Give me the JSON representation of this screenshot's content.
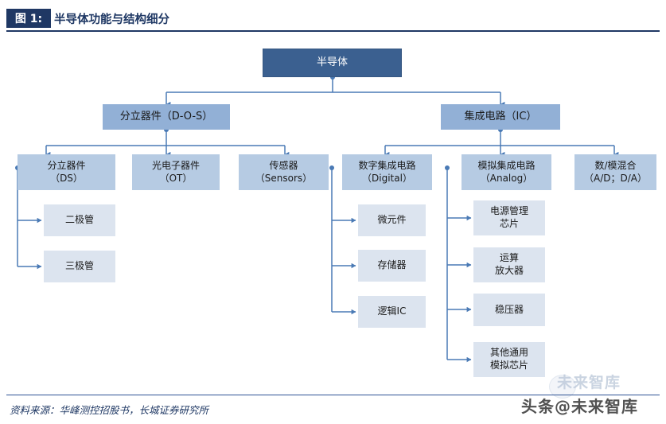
{
  "title": {
    "tag": "图 1:",
    "text": "半导体功能与结构细分"
  },
  "footer": {
    "source": "资料来源：华峰测控招股书，长城证券研究所"
  },
  "watermark": {
    "main": "头条@未来智库",
    "ghost": "未来智库"
  },
  "colors": {
    "title_navy": "#1f3864",
    "level1_fill": "#3b6090",
    "level2_fill": "#92b0d6",
    "level3_fill": "#b6cbe3",
    "leaf_fill": "#dce4ef",
    "connector": "#4a7ab5"
  },
  "diagram": {
    "type": "tree",
    "root": {
      "id": "semiconductor",
      "label": "半导体",
      "level": 1
    },
    "branches": [
      {
        "id": "discrete",
        "label": "分立器件（D-O-S）",
        "level": 2,
        "children": [
          {
            "id": "ds",
            "label_lines": [
              "分立器件",
              "（DS）"
            ],
            "level": 3,
            "children": [
              {
                "id": "diode",
                "label": "二极管",
                "level": 4
              },
              {
                "id": "triode",
                "label": "三极管",
                "level": 4
              }
            ]
          },
          {
            "id": "ot",
            "label_lines": [
              "光电子器件",
              "（OT）"
            ],
            "level": 3,
            "children": []
          },
          {
            "id": "sensors",
            "label_lines": [
              "传感器",
              "（Sensors）"
            ],
            "level": 3,
            "children": []
          }
        ]
      },
      {
        "id": "ic",
        "label": "集成电路（IC）",
        "level": 2,
        "children": [
          {
            "id": "digital",
            "label_lines": [
              "数字集成电路",
              "（Digital）"
            ],
            "level": 3,
            "children": [
              {
                "id": "micro-component",
                "label": "微元件",
                "level": 4
              },
              {
                "id": "memory",
                "label": "存储器",
                "level": 4
              },
              {
                "id": "logic-ic",
                "label": "逻辑IC",
                "level": 4
              }
            ]
          },
          {
            "id": "analog",
            "label_lines": [
              "模拟集成电路",
              "（Analog）"
            ],
            "level": 3,
            "children": [
              {
                "id": "power-management",
                "label_lines": [
                  "电源管理",
                  "芯片"
                ],
                "level": 4
              },
              {
                "id": "op-amp",
                "label_lines": [
                  "运算",
                  "放大器"
                ],
                "level": 4
              },
              {
                "id": "regulator",
                "label": "稳压器",
                "level": 4
              },
              {
                "id": "other-analog",
                "label_lines": [
                  "其他通用",
                  "模拟芯片"
                ],
                "level": 4
              }
            ]
          },
          {
            "id": "mixed-signal",
            "label_lines": [
              "数/模混合",
              "（A/D；D/A）"
            ],
            "level": 3,
            "children": []
          }
        ]
      }
    ],
    "nodes_flat": {
      "semiconductor": "半导体",
      "discrete": "分立器件（D-O-S）",
      "ic": "集成电路（IC）",
      "ds_l1": "分立器件",
      "ds_l2": "（DS）",
      "ot_l1": "光电子器件",
      "ot_l2": "（OT）",
      "sensors_l1": "传感器",
      "sensors_l2": "（Sensors）",
      "digital_l1": "数字集成电路",
      "digital_l2": "（Digital）",
      "analog_l1": "模拟集成电路",
      "analog_l2": "（Analog）",
      "mixed_l1": "数/模混合",
      "mixed_l2": "（A/D；D/A）",
      "diode": "二极管",
      "triode": "三极管",
      "micro_component": "微元件",
      "memory": "存储器",
      "logic_ic": "逻辑IC",
      "power_mgmt_l1": "电源管理",
      "power_mgmt_l2": "芯片",
      "opamp_l1": "运算",
      "opamp_l2": "放大器",
      "regulator": "稳压器",
      "other_analog_l1": "其他通用",
      "other_analog_l2": "模拟芯片"
    }
  }
}
